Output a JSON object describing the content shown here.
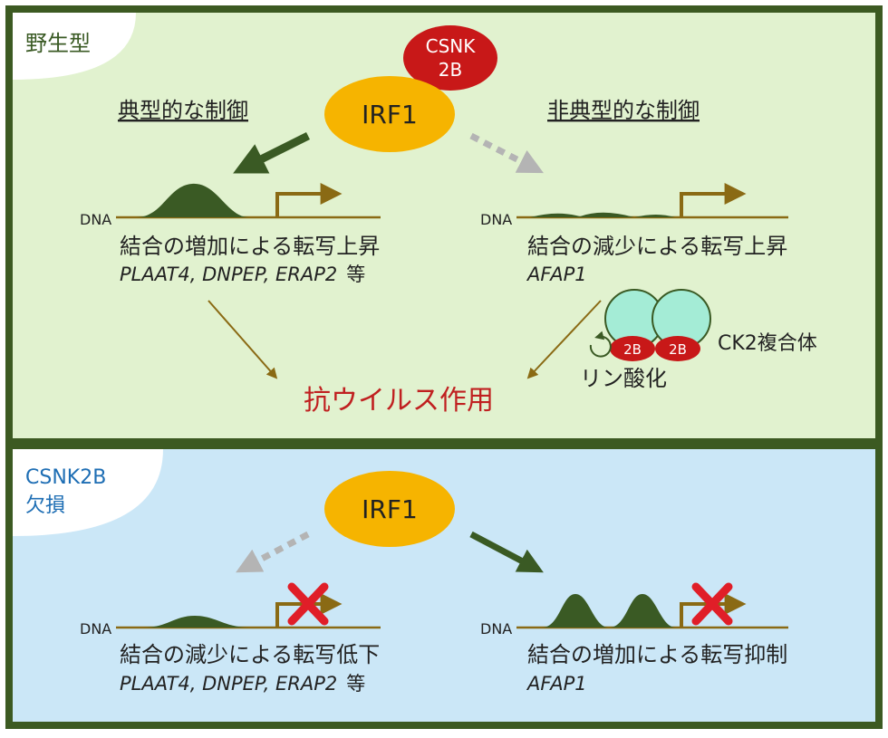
{
  "wild_type": {
    "panel_label": "野生型",
    "csnk2b_line1": "CSNK",
    "csnk2b_line2": "2B",
    "irf1": "IRF1",
    "canonical_label": "典型的な制御",
    "noncanonical_label": "非典型的な制御",
    "dna_label": "DNA",
    "left_result": "結合の増加による転写上昇",
    "left_genes": "PLAAT4, DNPEP, ERAP2",
    "left_genes_suffix": "等",
    "right_result": "結合の減少による転写上昇",
    "right_genes": "AFAP1",
    "ck2_complex": "CK2複合体",
    "ck2_subunit": "2B",
    "phosphorylation": "リン酸化",
    "antiviral": "抗ウイルス作用"
  },
  "knockout": {
    "panel_label_line1": "CSNK2B",
    "panel_label_line2": "欠損",
    "irf1": "IRF1",
    "dna_label": "DNA",
    "left_result": "結合の減少による転写低下",
    "left_genes": "PLAAT4, DNPEP, ERAP2",
    "left_genes_suffix": "等",
    "right_result": "結合の増加による転写抑制",
    "right_genes": "AFAP1"
  },
  "colors": {
    "wild_type_bg": "#e1f2cf",
    "knockout_bg": "#cbe7f7",
    "frame": "#3c5a22",
    "dark_green": "#3a5a24",
    "irf1_yellow": "#f6b400",
    "csnk2b_red": "#c81818",
    "ck2_cyan": "#a4ecd6",
    "antiviral_red": "#c02020",
    "arrow_brown": "#8a6a14",
    "knockout_text_blue": "#1e6eb4",
    "dashed_gray": "#b4b4b4",
    "cross_red": "#e01e28"
  },
  "icons": [
    "promoter-arrow-icon",
    "binding-peak-icon",
    "block-cross-icon",
    "phosphorylation-arrow-icon"
  ]
}
